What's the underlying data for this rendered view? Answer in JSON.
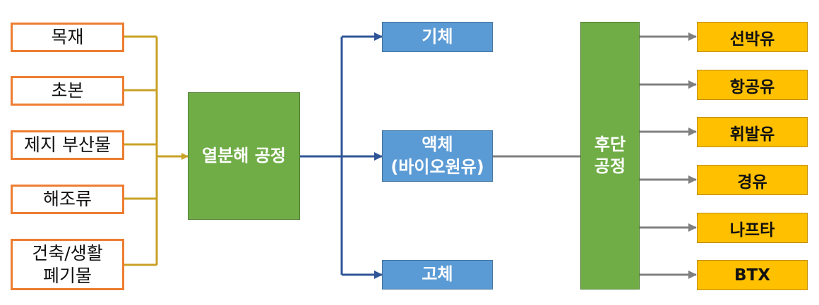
{
  "feedstocks": [
    {
      "lines": [
        "목재"
      ]
    },
    {
      "lines": [
        "초본"
      ]
    },
    {
      "lines": [
        "제지 부산물"
      ]
    },
    {
      "lines": [
        "해조류"
      ]
    },
    {
      "lines": [
        "건축/생활",
        "폐기물"
      ]
    }
  ],
  "pyrolysis": {
    "label": "열분해 공정"
  },
  "outputs": {
    "gas": {
      "lines": [
        "기체"
      ]
    },
    "liquid": {
      "lines": [
        "액체",
        "(바이오원유)"
      ]
    },
    "solid": {
      "lines": [
        "고체"
      ]
    }
  },
  "post_process": {
    "lines": [
      "후단",
      "공정"
    ]
  },
  "products": [
    {
      "label": "선박유"
    },
    {
      "label": "항공유"
    },
    {
      "label": "휘발유"
    },
    {
      "label": "경유"
    },
    {
      "label": "나프타"
    },
    {
      "label": "BTX"
    }
  ],
  "colors": {
    "feedstock_border": "#ED7D31",
    "feed_connector": "#C9A227",
    "process_green": "#70AD47",
    "output_blue": "#5B9BD5",
    "flow_blue": "#2F5597",
    "liquid_connector": "#7F7F7F",
    "product_arrow": "#808080",
    "product_yellow": "#FFC000"
  }
}
